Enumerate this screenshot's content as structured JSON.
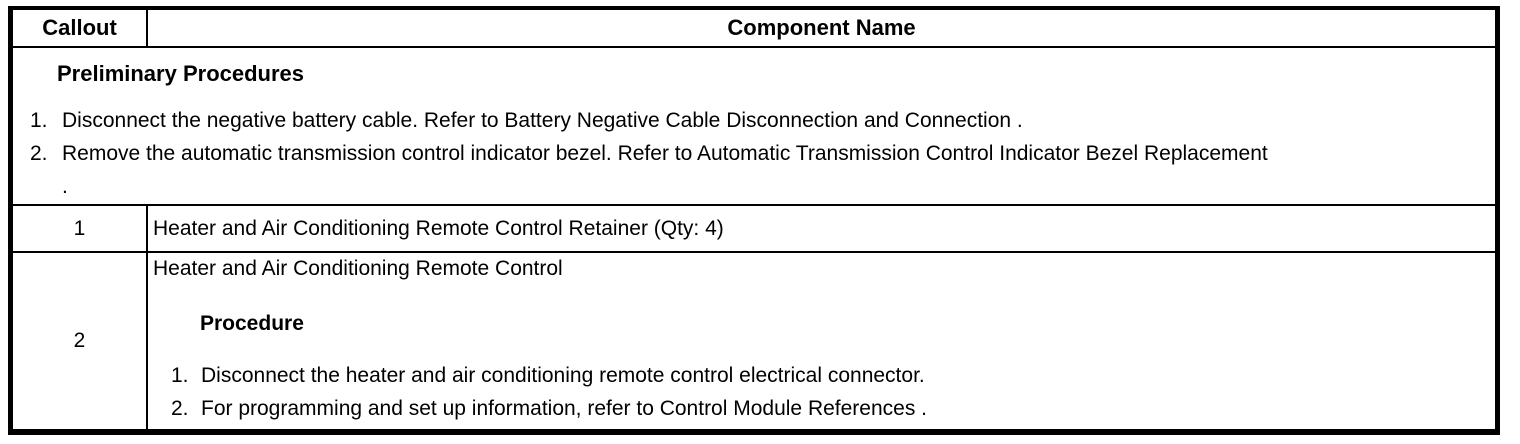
{
  "colors": {
    "border": "#000000",
    "background": "#ffffff",
    "text": "#000000"
  },
  "table": {
    "header": {
      "callout": "Callout",
      "component_name": "Component Name"
    },
    "preliminary": {
      "title": "Preliminary Procedures",
      "steps": [
        {
          "num": "1.",
          "text": "Disconnect the negative battery cable. Refer to Battery Negative Cable Disconnection and Connection ."
        },
        {
          "num": "2.",
          "text": "Remove the automatic transmission control indicator bezel. Refer to Automatic Transmission Control Indicator Bezel Replacement"
        }
      ],
      "continuation": "."
    },
    "rows": [
      {
        "callout": "1",
        "component": "Heater and Air Conditioning Remote Control Retainer (Qty: 4)"
      },
      {
        "callout": "2",
        "component": "Heater and Air Conditioning Remote Control",
        "procedure_title": "Procedure",
        "steps": [
          {
            "num": "1.",
            "text": "Disconnect the heater and air conditioning remote control electrical connector."
          },
          {
            "num": "2.",
            "text": "For programming and set up information, refer to Control Module References ."
          }
        ]
      }
    ]
  }
}
